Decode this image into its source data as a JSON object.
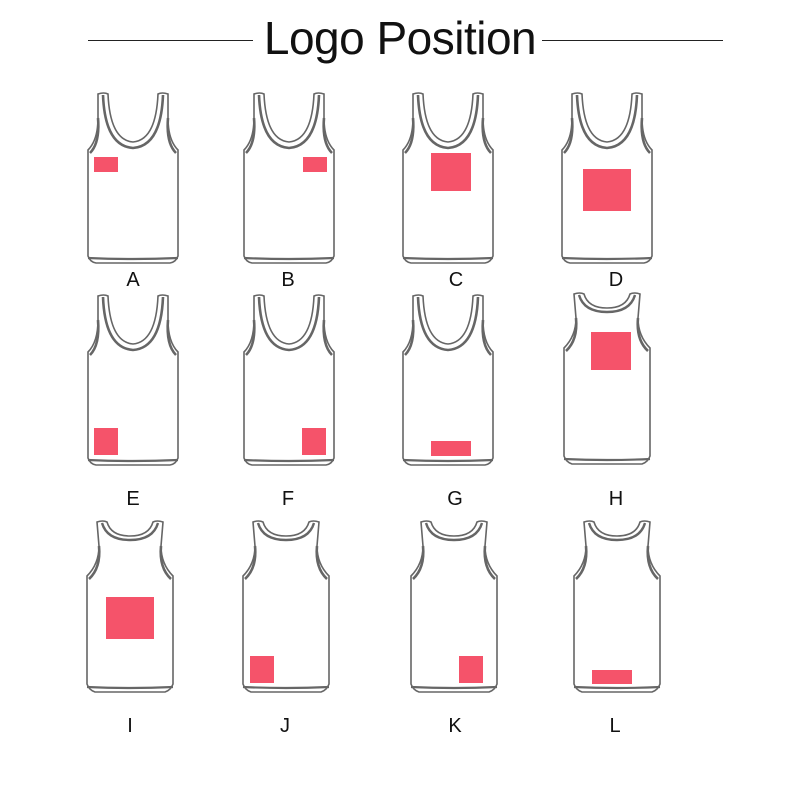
{
  "title": "Logo Position",
  "accent_color": "#f5536a",
  "outline_color": "#666666",
  "positions": [
    {
      "label": "A",
      "view": "front"
    },
    {
      "label": "B",
      "view": "front"
    },
    {
      "label": "C",
      "view": "front"
    },
    {
      "label": "D",
      "view": "front"
    },
    {
      "label": "E",
      "view": "front"
    },
    {
      "label": "F",
      "view": "front"
    },
    {
      "label": "G",
      "view": "front"
    },
    {
      "label": "H",
      "view": "back"
    },
    {
      "label": "I",
      "view": "back"
    },
    {
      "label": "J",
      "view": "back"
    },
    {
      "label": "K",
      "view": "back"
    },
    {
      "label": "L",
      "view": "back"
    }
  ]
}
